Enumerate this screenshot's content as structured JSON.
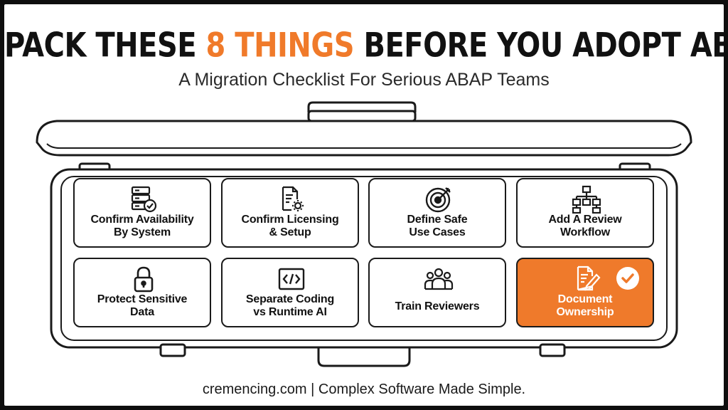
{
  "title": {
    "part1": "PACK THESE ",
    "accent": "8 THINGS",
    "part2": " BEFORE YOU ADOPT ABAP AI"
  },
  "subtitle": "A Migration Checklist For Serious ABAP Teams",
  "footer": "cremencing.com | Complex Software Made Simple.",
  "colors": {
    "accent": "#f07a2a",
    "ink": "#111111",
    "background": "#ffffff"
  },
  "items": [
    {
      "line1": "Confirm Availability",
      "line2": "By System",
      "icon": "server-check-icon"
    },
    {
      "line1": "Confirm Licensing",
      "line2": "& Setup",
      "icon": "document-gear-icon"
    },
    {
      "line1": "Define Safe",
      "line2": "Use Cases",
      "icon": "target-icon"
    },
    {
      "line1": "Add A Review",
      "line2": "Workflow",
      "icon": "flowchart-icon"
    },
    {
      "line1": "Protect Sensitive",
      "line2": "Data",
      "icon": "padlock-icon"
    },
    {
      "line1": "Separate Coding",
      "line2": "vs Runtime AI",
      "icon": "code-window-icon"
    },
    {
      "line1": "Train Reviewers",
      "line2": "",
      "icon": "people-group-icon"
    },
    {
      "line1": "Document",
      "line2": "Ownership",
      "icon": "document-pen-icon",
      "highlighted": true
    }
  ]
}
